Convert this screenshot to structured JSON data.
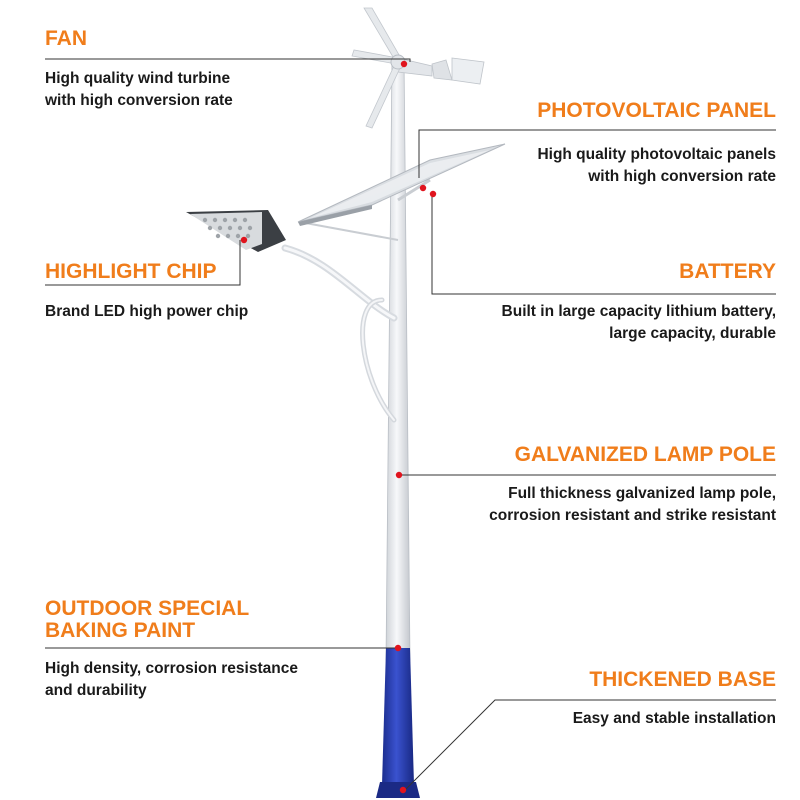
{
  "callouts": {
    "fan": {
      "title": "FAN",
      "lines": [
        "High quality wind turbine",
        "with high conversion rate"
      ]
    },
    "photovoltaic_panel": {
      "title": "PHOTOVOLTAIC PANEL",
      "lines": [
        "High quality photovoltaic panels",
        "with high conversion rate"
      ]
    },
    "highlight_chip": {
      "title": "HIGHLIGHT CHIP",
      "lines": [
        "Brand LED high power chip"
      ]
    },
    "battery": {
      "title": "BATTERY",
      "lines": [
        "Built in large capacity lithium battery,",
        "large capacity, durable"
      ]
    },
    "galvanized_lamp_pole": {
      "title": "GALVANIZED LAMP POLE",
      "lines": [
        "Full thickness galvanized lamp pole,",
        "corrosion resistant and strike resistant"
      ]
    },
    "outdoor_paint": {
      "title_lines": [
        "OUTDOOR SPECIAL",
        "BAKING PAINT"
      ],
      "lines": [
        "High density, corrosion resistance",
        "and durability"
      ]
    },
    "thickened_base": {
      "title": "THICKENED BASE",
      "lines": [
        "Easy and stable installation"
      ]
    }
  },
  "colors": {
    "title": "#f07d1b",
    "text": "#1a1a1a",
    "leader_line": "#333333",
    "marker": "#e0141e",
    "pole": "#eceef1",
    "base": "#2a3fb0"
  }
}
